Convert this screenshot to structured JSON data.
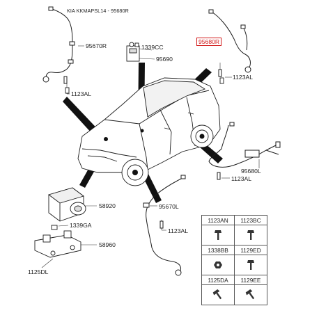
{
  "header": {
    "model_code": "KIA KKMAPSL14 - 95680R"
  },
  "callouts": {
    "sensor_front_left": "95670R",
    "sensor_highlight": "95680R",
    "module_top": "1339CC",
    "module_top_sub": "95690",
    "bolt_front_left": "1123AL",
    "bolt_right_top": "1123AL",
    "sensor_rear_right": "95680L",
    "bolt_rear_right": "1123AL",
    "hydraulic_unit": "58920",
    "bolt_unit": "1339GA",
    "bracket": "58960",
    "bracket_bolt": "1125DL",
    "sensor_rear_left": "95670L",
    "bolt_rear_left": "1123AL"
  },
  "fastener_table": {
    "rows": [
      [
        "1123AN",
        "1123BC"
      ],
      [
        "1338BB",
        "1129ED"
      ],
      [
        "1125DA",
        "1129EE"
      ]
    ]
  },
  "colors": {
    "highlight": "#d21818",
    "line": "#1c1c1c"
  }
}
